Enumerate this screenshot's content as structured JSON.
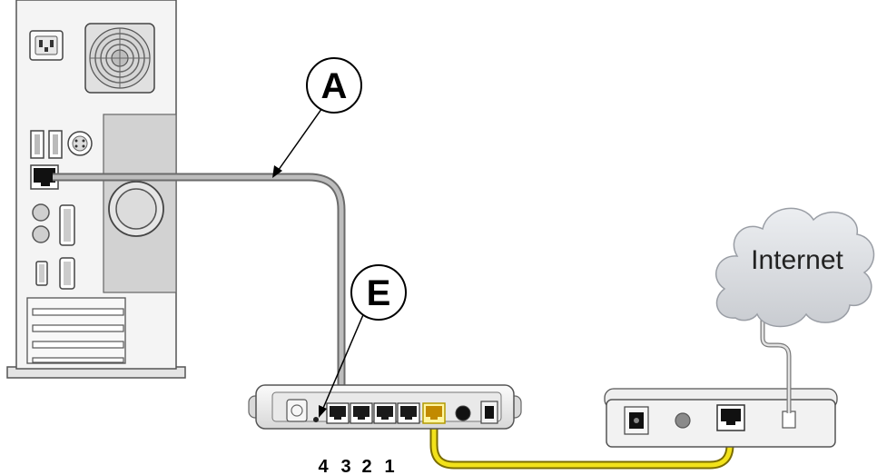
{
  "callouts": {
    "a": "A",
    "e": "E"
  },
  "cloud": {
    "label": "Internet"
  },
  "router": {
    "port_numbers": [
      "4",
      "3",
      "2",
      "1"
    ]
  },
  "colors": {
    "yellow_cable": "#f2e21a",
    "gray_cable": "#9a9a9a",
    "device_body": "#f1f1f1",
    "panel": "#dcdcdc",
    "cloud_fill": "#d6d8dc"
  }
}
